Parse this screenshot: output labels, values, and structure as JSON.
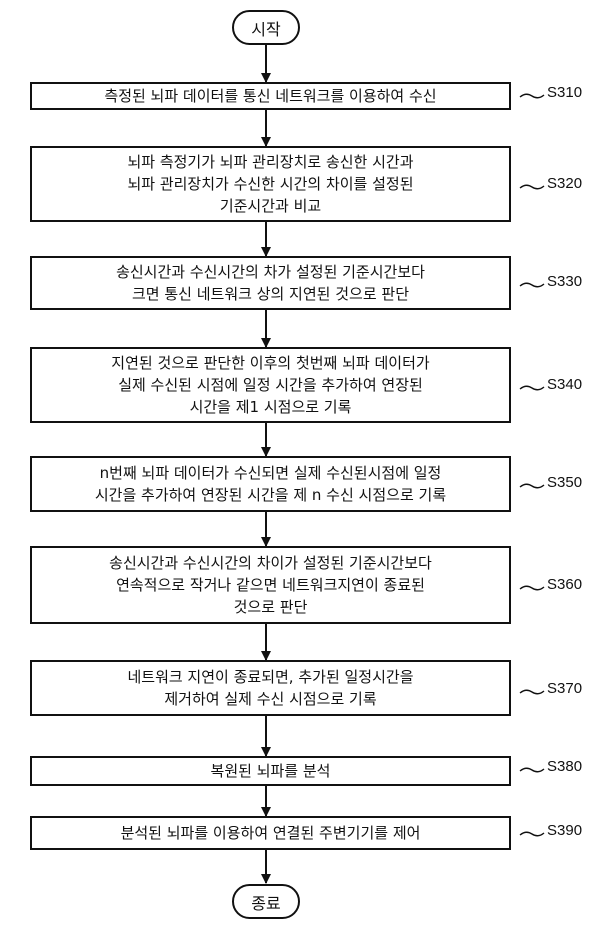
{
  "start": "시작",
  "end": "종료",
  "steps": [
    {
      "id": "S310",
      "lines": [
        "측정된 뇌파 데이터를 통신 네트워크를 이용하여 수신"
      ]
    },
    {
      "id": "S320",
      "lines": [
        "뇌파 측정기가 뇌파 관리장치로 송신한 시간과",
        "뇌파 관리장치가 수신한 시간의 차이를 설정된",
        "기준시간과 비교"
      ]
    },
    {
      "id": "S330",
      "lines": [
        "송신시간과 수신시간의 차가 설정된 기준시간보다",
        "크면 통신 네트워크 상의 지연된 것으로 판단"
      ]
    },
    {
      "id": "S340",
      "lines": [
        "지연된 것으로 판단한 이후의 첫번째 뇌파 데이터가",
        "실제 수신된 시점에 일정 시간을 추가하여 연장된",
        "시간을 제1 시점으로 기록"
      ]
    },
    {
      "id": "S350",
      "lines": [
        "n번째 뇌파 데이터가 수신되면 실제 수신된시점에 일정",
        "시간을 추가하여 연장된 시간을 제 n 수신 시점으로 기록"
      ]
    },
    {
      "id": "S360",
      "lines": [
        "송신시간과 수신시간의 차이가 설정된 기준시간보다",
        "연속적으로 작거나 같으면 네트워크지연이 종료된",
        "것으로 판단"
      ]
    },
    {
      "id": "S370",
      "lines": [
        "네트워크 지연이 종료되면, 추가된 일정시간을",
        "제거하여 실제 수신 시점으로 기록"
      ]
    },
    {
      "id": "S380",
      "lines": [
        "복원된 뇌파를 분석"
      ]
    },
    {
      "id": "S390",
      "lines": [
        "분석된 뇌파를 이용하여 연결된 주변기기를 제어"
      ]
    }
  ]
}
